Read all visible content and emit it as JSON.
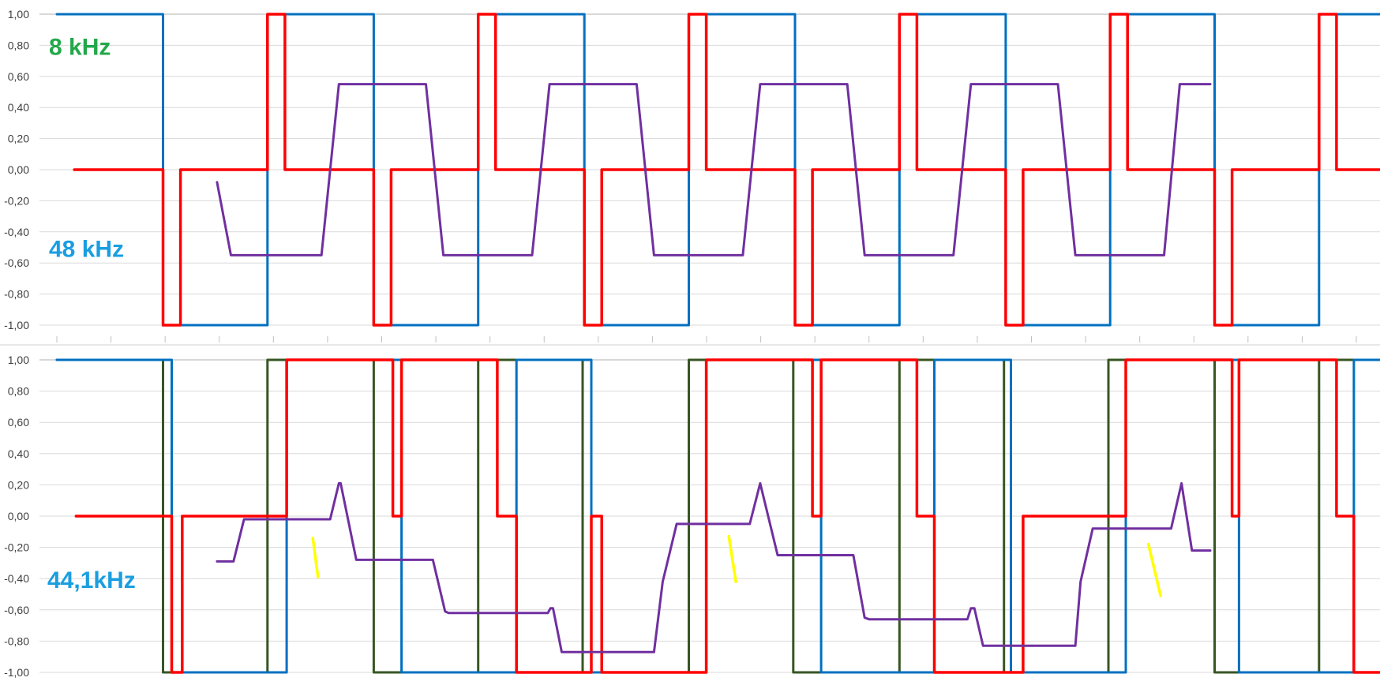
{
  "chart_data": [
    {
      "type": "line",
      "panel": "top",
      "title": "",
      "xlabel": "",
      "ylabel": "",
      "ylim": [
        -1,
        1
      ],
      "y_ticks": [
        1,
        0.8,
        0.6,
        0.4,
        0.2,
        0,
        -0.2,
        -0.4,
        -0.6,
        -0.8,
        -1
      ],
      "y_tick_labels": [
        "1,00",
        "0,80",
        "0,60",
        "0,40",
        "0,20",
        "0,00",
        "-0,20",
        "-0,40",
        "-0,60",
        "-0,80",
        "-1,00"
      ],
      "x_range": [
        0,
        1520
      ],
      "grid": true,
      "annotations": [
        {
          "text": "8 kHz",
          "color": "#22a84a",
          "anchor": "upper-left"
        },
        {
          "text": "48 kHz",
          "color": "#1a9ee0",
          "anchor": "middle-left"
        }
      ],
      "series": [
        {
          "color": "#0070c0",
          "x": [
            0,
            122,
            122,
            242,
            242,
            364,
            364,
            484,
            484,
            606,
            606,
            726,
            726,
            848,
            848,
            968,
            968,
            1090,
            1090,
            1210,
            1210,
            1330,
            1330,
            1450,
            1450,
            1520
          ],
          "y": [
            1,
            1,
            -1,
            -1,
            1,
            1,
            -1,
            -1,
            1,
            1,
            -1,
            -1,
            1,
            1,
            -1,
            -1,
            1,
            1,
            -1,
            -1,
            1,
            1,
            -1,
            -1,
            1,
            1
          ]
        },
        {
          "color": "#ff0000",
          "x": [
            20,
            122,
            122,
            142,
            142,
            242,
            242,
            262,
            262,
            364,
            364,
            384,
            384,
            484,
            484,
            504,
            504,
            606,
            606,
            626,
            626,
            726,
            726,
            746,
            746,
            848,
            848,
            868,
            868,
            968,
            968,
            988,
            988,
            1090,
            1090,
            1110,
            1110,
            1210,
            1210,
            1230,
            1230,
            1330,
            1330,
            1350,
            1350,
            1450,
            1450,
            1470,
            1470,
            1520
          ],
          "y": [
            0,
            0,
            -1,
            -1,
            0,
            0,
            1,
            1,
            0,
            0,
            -1,
            -1,
            0,
            0,
            1,
            1,
            0,
            0,
            -1,
            -1,
            0,
            0,
            1,
            1,
            0,
            0,
            -1,
            -1,
            0,
            0,
            1,
            1,
            0,
            0,
            -1,
            -1,
            0,
            0,
            1,
            1,
            0,
            0,
            -1,
            -1,
            0,
            0,
            1,
            1,
            0,
            0
          ]
        },
        {
          "color": "#7030a0",
          "x": [
            184,
            200,
            304,
            324,
            424,
            444,
            546,
            566,
            666,
            686,
            788,
            808,
            908,
            928,
            1030,
            1050,
            1150,
            1170,
            1272,
            1290,
            1325
          ],
          "y": [
            -0.08,
            -0.55,
            -0.55,
            0.55,
            0.55,
            -0.55,
            -0.55,
            0.55,
            0.55,
            -0.55,
            -0.55,
            0.55,
            0.55,
            -0.55,
            -0.55,
            0.55,
            0.55,
            -0.55,
            -0.55,
            0.55,
            0.55
          ]
        }
      ]
    },
    {
      "type": "line",
      "panel": "bottom",
      "title": "",
      "xlabel": "",
      "ylabel": "",
      "ylim": [
        -1,
        1
      ],
      "y_ticks": [
        1,
        0.8,
        0.6,
        0.4,
        0.2,
        0,
        -0.2,
        -0.4,
        -0.6,
        -0.8,
        -1
      ],
      "y_tick_labels": [
        "1,00",
        "0,80",
        "0,60",
        "0,40",
        "0,20",
        "0,00",
        "-0,20",
        "-0,40",
        "-0,60",
        "-0,80",
        "-1,00"
      ],
      "x_range": [
        0,
        1520
      ],
      "grid": true,
      "annotations": [
        {
          "text": "44,1kHz",
          "color": "#1a9ee0",
          "anchor": "lower-left"
        }
      ],
      "series": [
        {
          "color": "#375623",
          "x": [
            0,
            122,
            122,
            242,
            242,
            364,
            364,
            484,
            484,
            604,
            604,
            726,
            726,
            846,
            846,
            968,
            968,
            1088,
            1088,
            1208,
            1208,
            1330,
            1330,
            1450,
            1450,
            1520
          ],
          "y": [
            1,
            1,
            -1,
            -1,
            1,
            1,
            -1,
            -1,
            1,
            1,
            -1,
            -1,
            1,
            1,
            -1,
            -1,
            1,
            1,
            -1,
            -1,
            1,
            1,
            -1,
            -1,
            1,
            1
          ]
        },
        {
          "color": "#0070c0",
          "x": [
            0,
            132,
            132,
            264,
            264,
            396,
            396,
            528,
            528,
            614,
            614,
            746,
            746,
            878,
            878,
            1008,
            1008,
            1096,
            1096,
            1228,
            1228,
            1358,
            1358,
            1490,
            1490,
            1520
          ],
          "y": [
            1,
            1,
            -1,
            -1,
            1,
            1,
            -1,
            -1,
            1,
            1,
            -1,
            -1,
            1,
            1,
            -1,
            -1,
            1,
            1,
            -1,
            -1,
            1,
            1,
            -1,
            -1,
            1,
            1
          ]
        },
        {
          "color": "#ff0000",
          "x": [
            22,
            132,
            132,
            144,
            144,
            264,
            264,
            386,
            386,
            396,
            396,
            506,
            506,
            528,
            528,
            614,
            614,
            626,
            626,
            746,
            746,
            868,
            868,
            878,
            878,
            988,
            988,
            1008,
            1008,
            1110,
            1110,
            1228,
            1228,
            1350,
            1350,
            1358,
            1358,
            1470,
            1470,
            1490,
            1490,
            1520
          ],
          "y": [
            0,
            0,
            -1,
            -1,
            0,
            0,
            1,
            1,
            0,
            0,
            1,
            1,
            0,
            0,
            -1,
            -1,
            0,
            0,
            -1,
            -1,
            1,
            1,
            0,
            0,
            1,
            1,
            0,
            0,
            -1,
            -1,
            0,
            0,
            1,
            1,
            0,
            0,
            1,
            1,
            0,
            0,
            -1,
            -1
          ]
        },
        {
          "color": "#7030a0",
          "x": [
            184,
            203,
            215,
            314,
            324,
            326,
            344,
            432,
            446,
            450,
            564,
            567,
            570,
            580,
            686,
            696,
            712,
            796,
            808,
            828,
            915,
            928,
            933,
            1046,
            1050,
            1054,
            1064,
            1170,
            1176,
            1190,
            1280,
            1292,
            1304,
            1325
          ],
          "y": [
            -0.29,
            -0.29,
            -0.02,
            -0.02,
            0.21,
            0.21,
            -0.28,
            -0.28,
            -0.61,
            -0.62,
            -0.62,
            -0.59,
            -0.59,
            -0.87,
            -0.87,
            -0.42,
            -0.05,
            -0.05,
            0.21,
            -0.25,
            -0.25,
            -0.65,
            -0.66,
            -0.66,
            -0.59,
            -0.59,
            -0.83,
            -0.83,
            -0.42,
            -0.08,
            -0.08,
            0.21,
            -0.22,
            -0.22
          ]
        },
        {
          "color": "#ffff00",
          "x": [
            294,
            300
          ],
          "y": [
            -0.14,
            -0.39
          ]
        },
        {
          "color": "#ffff00",
          "x": [
            772,
            780
          ],
          "y": [
            -0.13,
            -0.42
          ]
        },
        {
          "color": "#ffff00",
          "x": [
            1254,
            1268
          ],
          "y": [
            -0.18,
            -0.51
          ]
        }
      ]
    }
  ]
}
